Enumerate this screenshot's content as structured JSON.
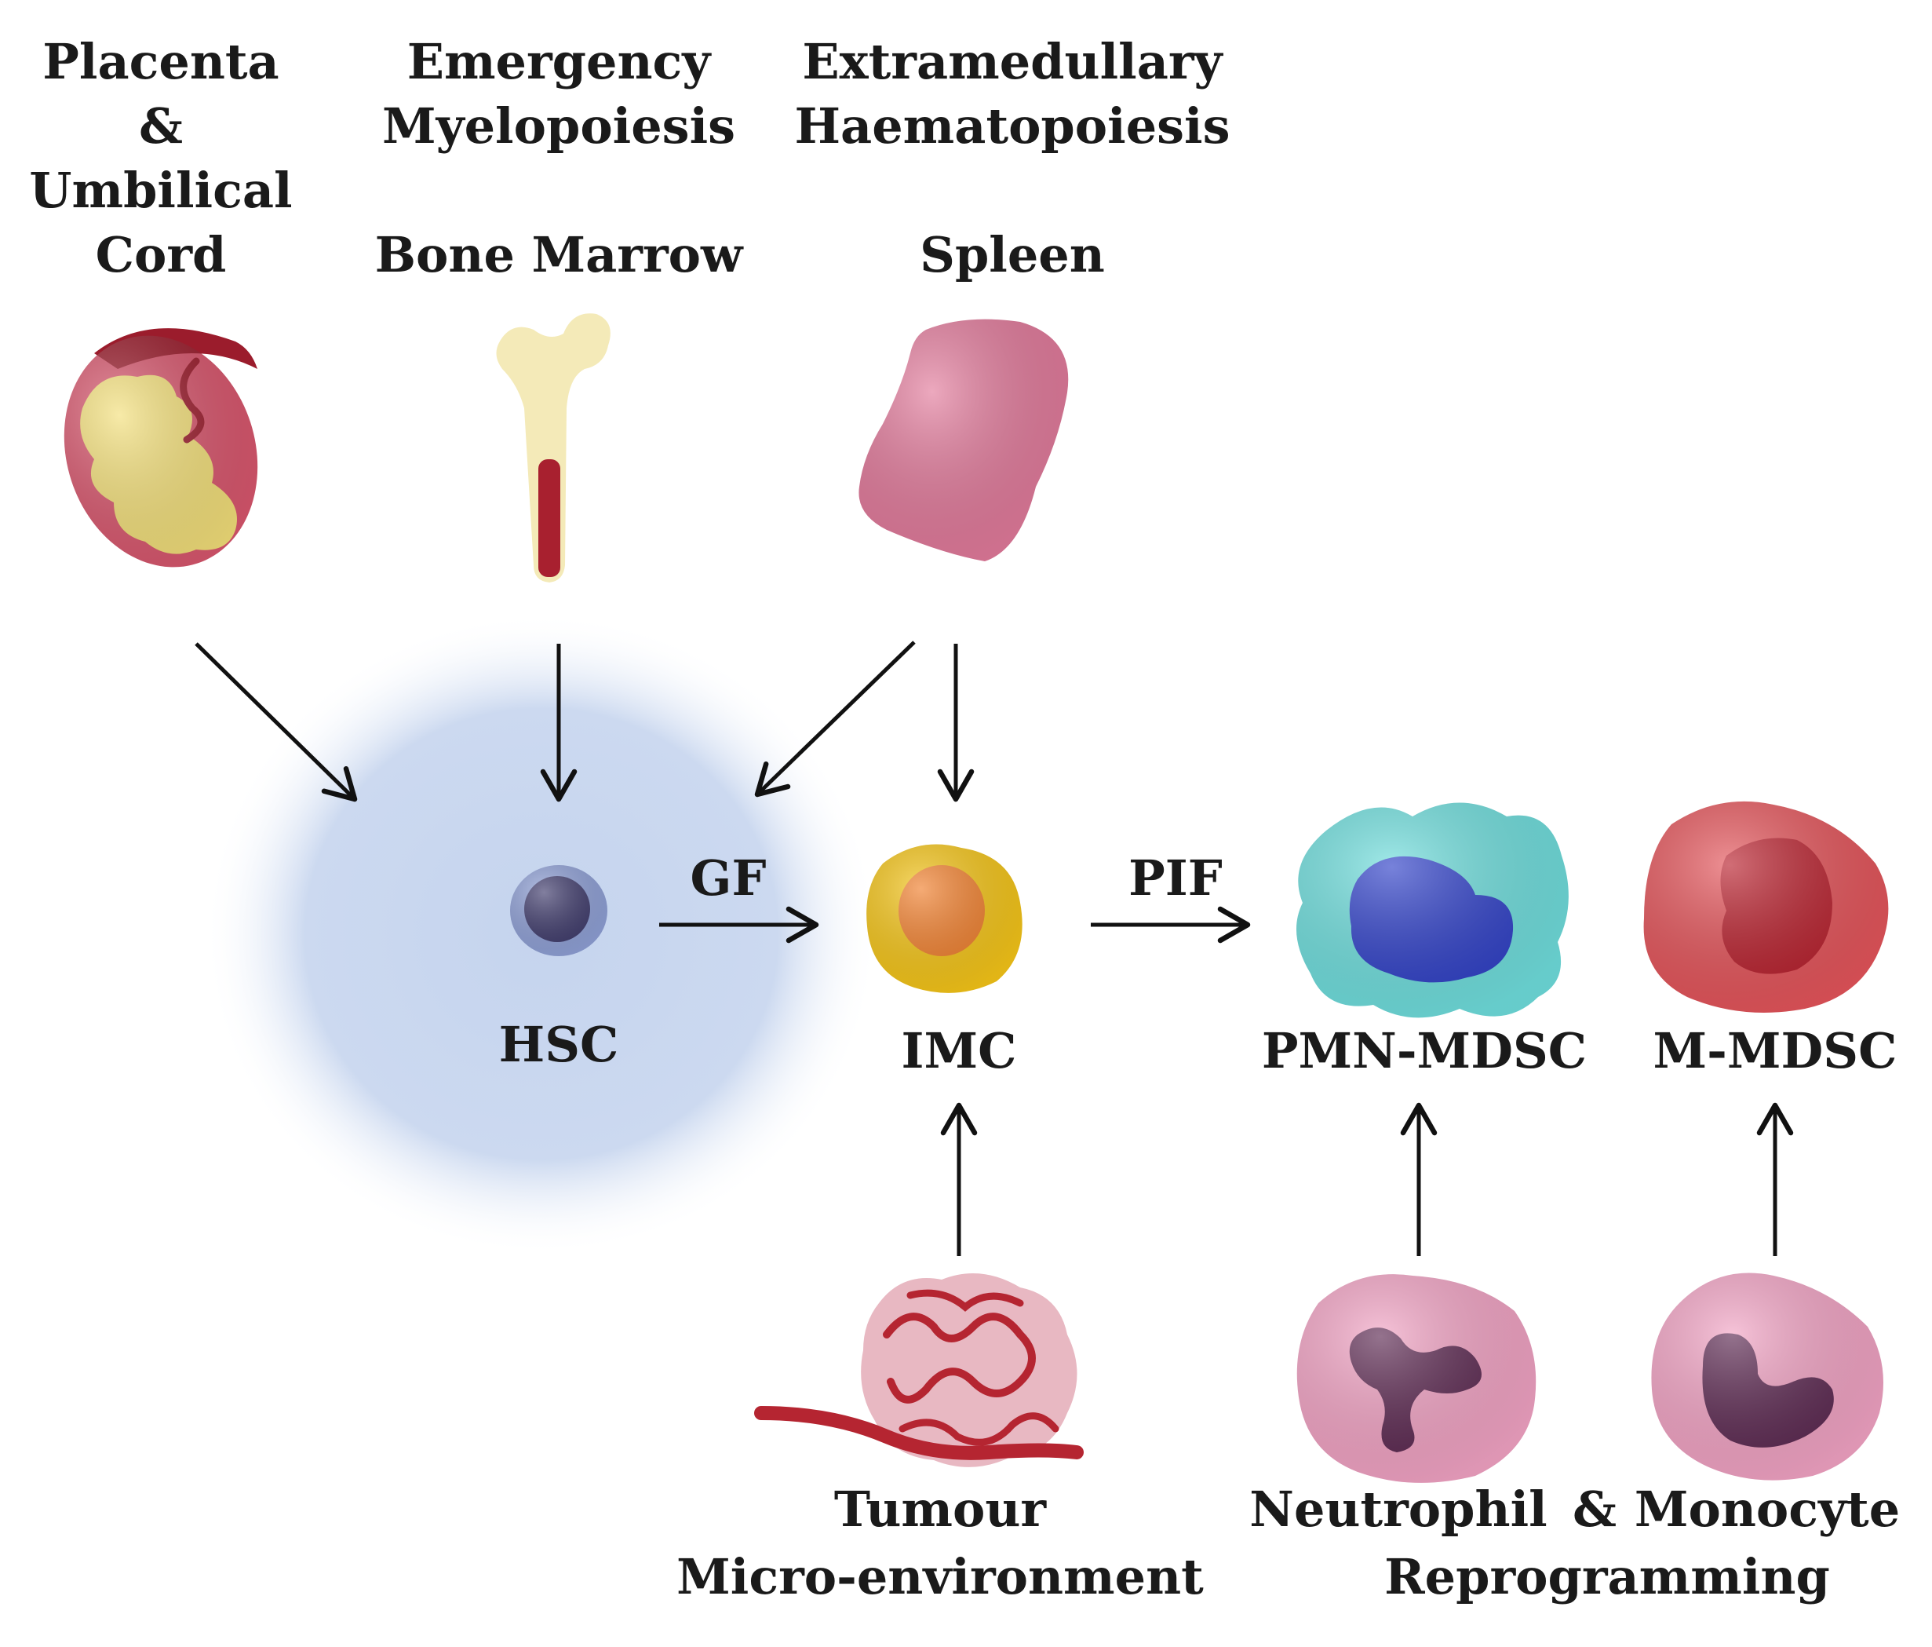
{
  "sources": {
    "placenta": {
      "lines": [
        "Placenta",
        "&",
        "Umbilical",
        "Cord"
      ],
      "icon": "placenta-icon"
    },
    "bone_marrow": {
      "process_lines": [
        "Emergency",
        "Myelopoiesis"
      ],
      "name": "Bone Marrow",
      "icon": "bone-icon"
    },
    "spleen": {
      "process_lines": [
        "Extramedullary",
        "Haematopoiesis"
      ],
      "name": "Spleen",
      "icon": "spleen-icon"
    }
  },
  "cells": {
    "hsc": {
      "label": "HSC",
      "icon": "hsc-cell-icon"
    },
    "imc": {
      "label": "IMC",
      "icon": "imc-cell-icon"
    },
    "pmn_mdsc": {
      "label": "PMN-MDSC",
      "icon": "pmn-mdsc-cell-icon"
    },
    "m_mdsc": {
      "label": "M-MDSC",
      "icon": "m-mdsc-cell-icon"
    },
    "neutrophil": {
      "icon": "neutrophil-cell-icon"
    },
    "monocyte": {
      "icon": "monocyte-cell-icon"
    }
  },
  "edges": {
    "gf_label": "GF",
    "pif_label": "PIF"
  },
  "tumour": {
    "lines": [
      "Tumour",
      "Micro-environment"
    ],
    "icon": "tumour-icon"
  },
  "reprogramming": {
    "line1_left": "Neutrophil",
    "line1_amp": "&",
    "line1_right": "Monocyte",
    "line2": "Reprogramming"
  },
  "colors": {
    "glow": "#c5d4ee",
    "hsc_outer": "#8fa0d6",
    "hsc_nucleus": "#3e3a6b",
    "imc_outer": "#f5c518",
    "imc_nucleus": "#f07e2b",
    "pmn_outer": "#6fdedd",
    "pmn_nucleus": "#2e3fc7",
    "mmdsc_outer": "#e4545a",
    "mmdsc_nucleus": "#b81f2c",
    "neutrophil_outer": "#f2a3c4",
    "leukocyte_nucleus": "#5b2750",
    "spleen": "#e27a9b",
    "placenta": "#d8566d",
    "placenta_fetus": "#f3df79",
    "bone": "#f4eab8",
    "marrow": "#a8202f",
    "vessel": "#b52531",
    "arrow": "#111111"
  }
}
